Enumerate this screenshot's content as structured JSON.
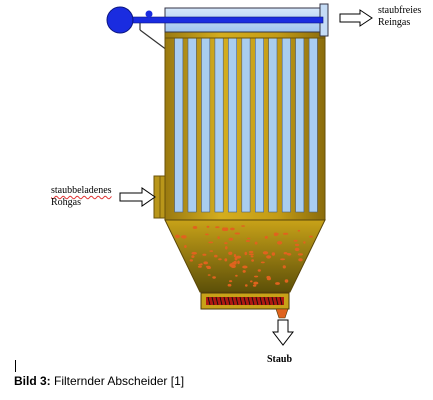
{
  "labels": {
    "clean_gas_line1": "staubfreies",
    "clean_gas_line2": "Reingas",
    "raw_gas_line1": "staubbeladenes",
    "raw_gas_line2": "Rohgas",
    "dust": "Staub"
  },
  "caption": {
    "prefix": "Bild 3:",
    "text": "Filternder Abscheider [1]"
  },
  "diagram": {
    "filter_bag_count": 11,
    "colors": {
      "housing": "#c8a218",
      "housing_dark": "#8a6d0c",
      "filter_bag": "#a9cdf0",
      "clean_gas_header": "#b6d4f5",
      "blower": "#1a2ce0",
      "dust_particles": "#e0631e",
      "screw_conveyor": "#b01a10"
    }
  }
}
